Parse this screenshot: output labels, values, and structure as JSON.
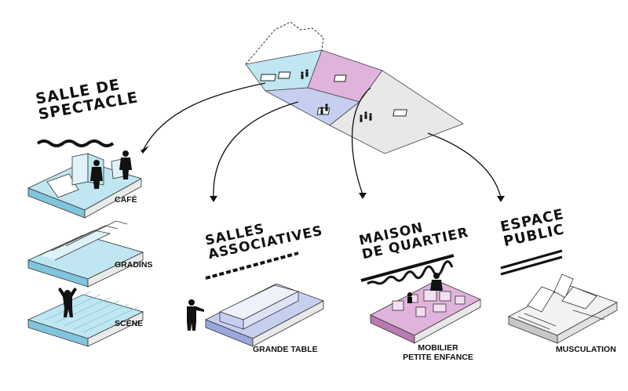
{
  "titles": {
    "salle_de_spectacle": [
      "SALLE DE",
      "SPECTACLE"
    ],
    "salles_associatives": [
      "SALLES",
      "ASSOCIATIVES"
    ],
    "maison_de_quartier": [
      "MAISON",
      "DE QUARTIER"
    ],
    "espace_public": [
      "ESPACE",
      "PUBLIC"
    ]
  },
  "captions": {
    "cafe": "CAFÉ",
    "gradins": "GRADINS",
    "scene": "SCÈNE",
    "grande_table": "GRANDE TABLE",
    "mobilier": [
      "MOBILIER",
      "PETITE ENFANCE"
    ],
    "musculation": "MUSCULATION"
  },
  "colors": {
    "blue": "#bfe6f1",
    "blue_dark": "#7fc5dc",
    "lavender": "#c7cff0",
    "lavender_dark": "#9aa7dc",
    "pink": "#e0b3dc",
    "pink_dark": "#b87bb3",
    "grey": "#e8e8e8",
    "grey_dark": "#c7c7c7",
    "ink": "#111111"
  }
}
